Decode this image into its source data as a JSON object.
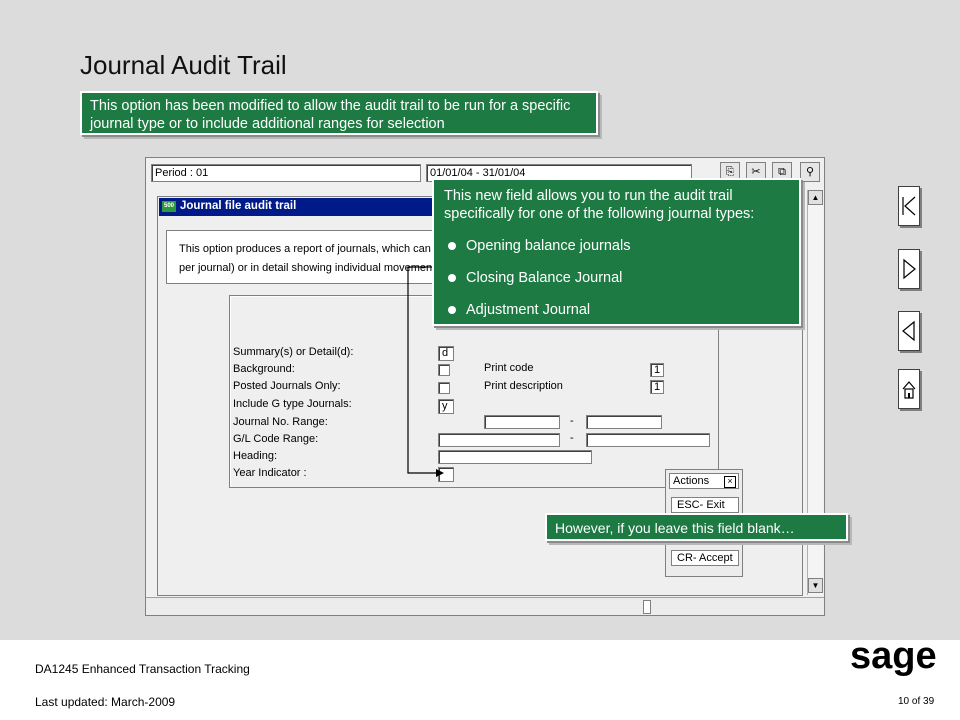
{
  "slide": {
    "title": "Journal Audit Trail",
    "intro_callout": "This option has been modified to allow the audit trail to be run for a specific journal type or to include additional ranges for selection",
    "field_callout": {
      "heading": "This new field allows you to run the audit trail specifically for one of the following journal types:",
      "bullets": [
        "Opening balance journals",
        "Closing Balance Journal",
        "Adjustment Journal"
      ]
    },
    "blank_callout": "However, if you leave this field blank…",
    "footer": {
      "course": "DA1245 Enhanced Transaction Tracking",
      "updated": "Last updated:  March-2009",
      "page": "10 of 39",
      "logo_text": "sage"
    }
  },
  "app": {
    "period": "Period : 01",
    "date_range": "01/01/04 - 31/01/04",
    "window_badge": "500",
    "window_title": "Journal file audit trail",
    "description_line1": "This option produces a report of journals, which can b",
    "description_line2": "per journal) or in detail showing individual movements.",
    "form": {
      "labels": {
        "summary_detail": "Summary(s) or Detail(d):",
        "background": "Background:",
        "posted_only": "Posted Journals Only:",
        "include_g": "Include G type Journals:",
        "journal_range": "Journal No. Range:",
        "gl_range": "G/L Code Range:",
        "heading": "Heading:",
        "year_indicator": "Year Indicator :",
        "print_code": "Print code",
        "print_description": "Print description"
      },
      "values": {
        "summary_detail": "d",
        "include_g": "y",
        "print_code": "1",
        "print_description": "1"
      },
      "range_separator": "-"
    },
    "actions": {
      "title": "Actions",
      "close": "×",
      "exit": "ESC- Exit",
      "accept": "CR- Accept"
    }
  },
  "colors": {
    "callout_green": "#1d7a43",
    "window_title_blue": "#001a8a"
  }
}
